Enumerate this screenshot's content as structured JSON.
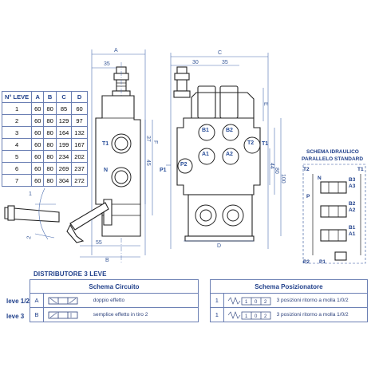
{
  "dimensions": {
    "A": "A",
    "B": "B",
    "C": "C",
    "D": "D",
    "E": "E",
    "F": "F",
    "d35_top": "35",
    "d35_side": "35",
    "d30": "30",
    "d55": "55",
    "d37": "37",
    "d45": "45",
    "d44": "44",
    "d80": "80",
    "d100": "100",
    "d1": "1",
    "d2": "2"
  },
  "ports": {
    "T1_side": "T1",
    "N_side": "N",
    "P1_side": "P1",
    "B1": "B1",
    "A1": "A1",
    "B2": "B2",
    "A2": "A2",
    "T2": "T2",
    "P2": "P2",
    "T1_front": "T1"
  },
  "lever_table": {
    "headers": [
      "N° LEVE",
      "A",
      "B",
      "C",
      "D"
    ],
    "rows": [
      [
        "1",
        "60",
        "80",
        "85",
        "60"
      ],
      [
        "2",
        "60",
        "80",
        "129",
        "97"
      ],
      [
        "3",
        "60",
        "80",
        "164",
        "132"
      ],
      [
        "4",
        "60",
        "80",
        "199",
        "167"
      ],
      [
        "5",
        "60",
        "80",
        "234",
        "202"
      ],
      [
        "6",
        "60",
        "80",
        "269",
        "237"
      ],
      [
        "7",
        "60",
        "80",
        "304",
        "272"
      ]
    ]
  },
  "hydraulic_schema": {
    "title_line1": "SCHEMA IDRAULICO",
    "title_line2": "PARALLELO STANDARD",
    "labels": {
      "T2": "T2",
      "T1": "T1",
      "N": "N",
      "P": "P",
      "B3": "B3",
      "A3": "A3",
      "B2": "B2",
      "A2": "A2",
      "B1": "B1",
      "A1": "A1",
      "P2": "P2",
      "P1": "P1"
    }
  },
  "distributor": {
    "title": "DISTRIBUTORE 3 LEVE",
    "circuit_header": "Schema Circuito",
    "positioner_header": "Schema Posizionatore",
    "rows": [
      {
        "side_label": "leve 1/2",
        "letter": "A",
        "circuit_desc": "doppio effetto",
        "pos_number": "1",
        "pos_desc": "3 posizioni ritorno a molla 1/0/2",
        "pos_states": [
          "1",
          "0",
          "2"
        ]
      },
      {
        "side_label": "leve 3",
        "letter": "B",
        "circuit_desc": "semplice effetto in tiro 2",
        "pos_number": "1",
        "pos_desc": "3 posizioni ritorno a molla 1/0/2",
        "pos_states": [
          "1",
          "0",
          "2"
        ]
      }
    ]
  }
}
